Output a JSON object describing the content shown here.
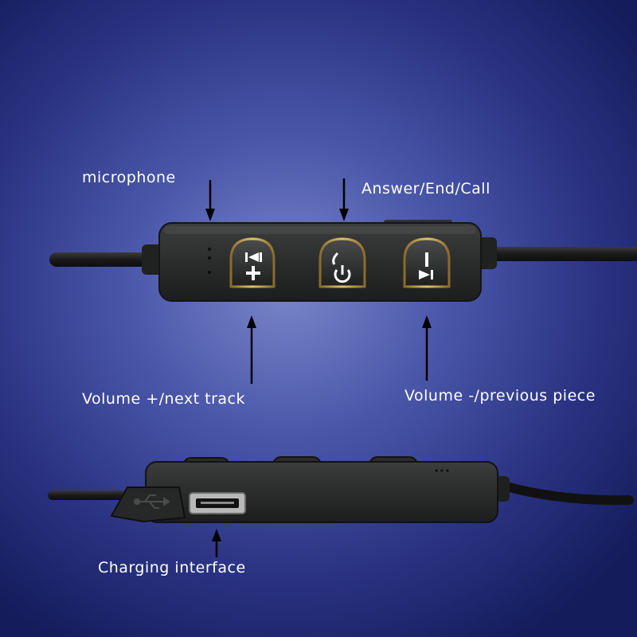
{
  "labels": {
    "microphone": "microphone",
    "answer": "Answer/End/Call",
    "volume_up": "Volume +/next track",
    "volume_down": "Volume -/previous piece",
    "charging": "Charging interface"
  },
  "icons": [
    "next-track-plus-icon",
    "power-call-icon",
    "minus-previous-icon",
    "usb-icon"
  ],
  "colors": {
    "background_center": "#7a86c8",
    "background_edge": "#141c5c",
    "body": "#2e2f2f",
    "button_ring": "#c8a24a",
    "text": "#ffffff"
  }
}
